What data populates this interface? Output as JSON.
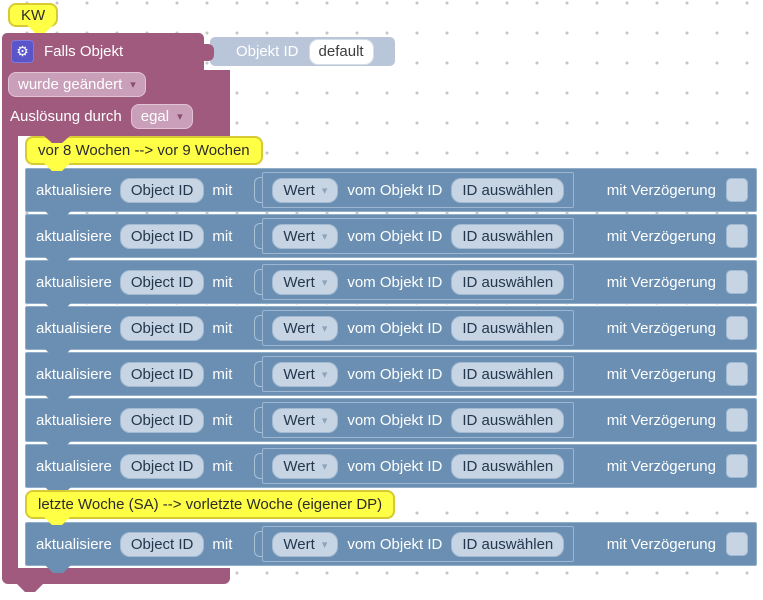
{
  "colors": {
    "trigger_purple": "#a05a7e",
    "dropdown_mauve": "#c99fb9",
    "statement_blue": "#6a8fb2",
    "field_light": "#c6d4e4",
    "comment_yellow": "#ffff45",
    "object_block_blue": "#b9c6d9",
    "gear_indigo": "#5a55c8"
  },
  "kw_comment": "KW",
  "trigger": {
    "title": "Falls Objekt",
    "gear_icon": "gear",
    "object_input": {
      "label": "Objekt ID",
      "value": "default"
    },
    "change_mode": "wurde geändert",
    "trigger_by_label": "Auslösung durch",
    "trigger_by_value": "egal"
  },
  "row_template": {
    "action": "aktualisiere",
    "object_button": "Object ID",
    "mit": "mit",
    "value_dropdown": "Wert",
    "from_label": "vom Objekt ID",
    "id_button": "ID auswählen",
    "delay_label": "mit Verzögerung",
    "delay_checked": false
  },
  "stack": [
    {
      "type": "comment",
      "text": "vor 8 Wochen --> vor 9 Wochen"
    },
    {
      "type": "update"
    },
    {
      "type": "update"
    },
    {
      "type": "update"
    },
    {
      "type": "update"
    },
    {
      "type": "update"
    },
    {
      "type": "update"
    },
    {
      "type": "update"
    },
    {
      "type": "comment",
      "text": "letzte Woche (SA) --> vorletzte Woche (eigener DP)"
    },
    {
      "type": "update"
    }
  ]
}
